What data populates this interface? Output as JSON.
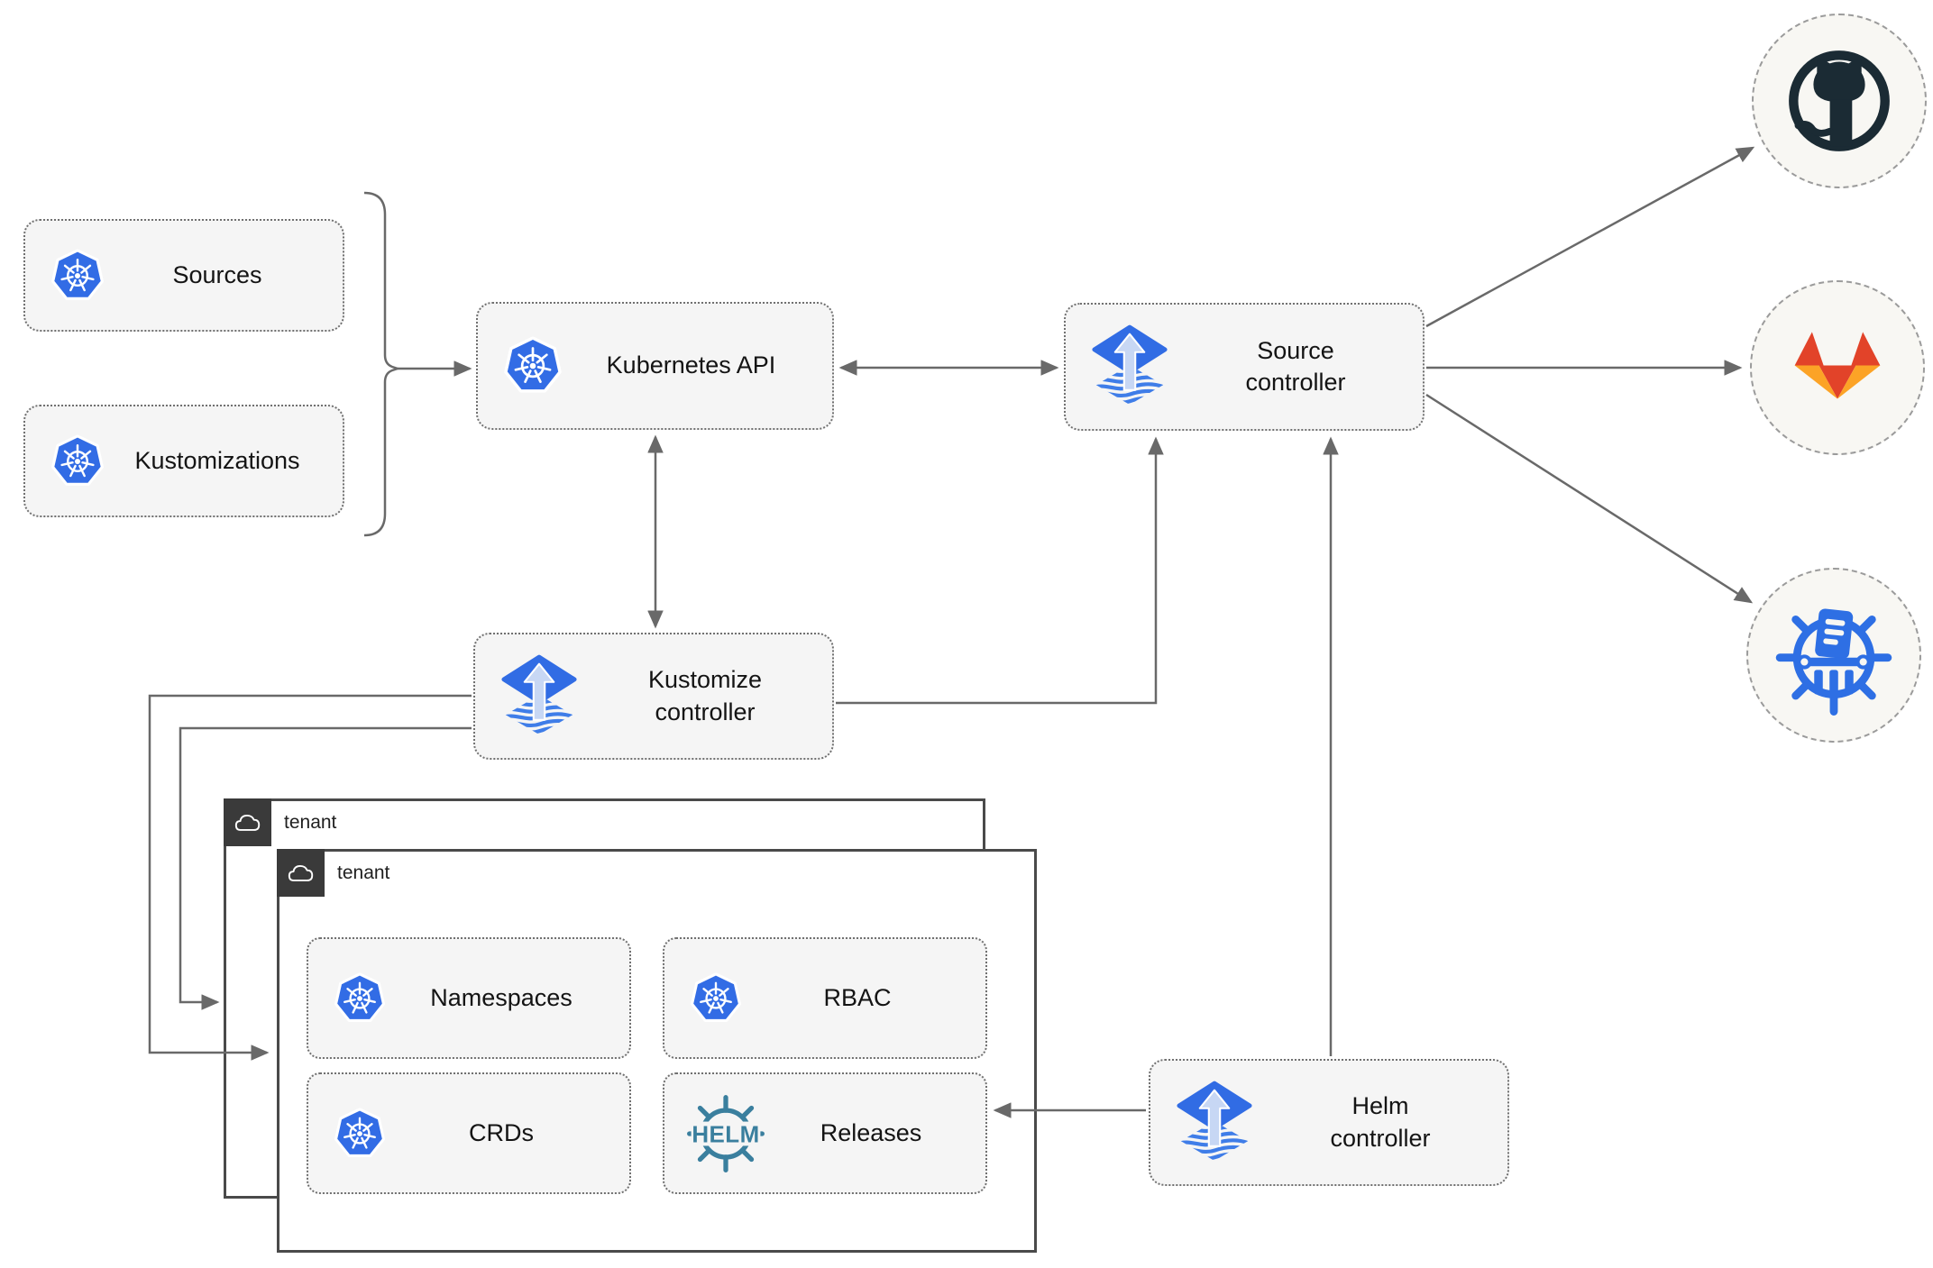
{
  "nodes": {
    "sources": {
      "label": "Sources"
    },
    "kustomizations": {
      "label": "Kustomizations"
    },
    "kubernetes_api": {
      "label": "Kubernetes API"
    },
    "source_controller": {
      "label": "Source controller"
    },
    "kustomize_controller": {
      "label": "Kustomize controller"
    },
    "helm_controller": {
      "label": "Helm controller"
    },
    "namespaces": {
      "label": "Namespaces"
    },
    "rbac": {
      "label": "RBAC"
    },
    "crds": {
      "label": "CRDs"
    },
    "releases": {
      "label": "Releases"
    }
  },
  "tenants": {
    "back": {
      "label": "tenant"
    },
    "front": {
      "label": "tenant"
    }
  },
  "icons": {
    "kubernetes": "kubernetes-logo",
    "flux": "flux-logo",
    "helm": "helm-ship-wheel-logo",
    "helm_wordmark": "HELM",
    "github": "github-octocat-logo",
    "gitlab": "gitlab-tanuki-logo",
    "chartmuseum": "chartmuseum-helm-repository-logo",
    "cloud": "cloud-icon"
  },
  "colors": {
    "kubernetes_blue": "#326CE5",
    "flux_blue": "#316CE4",
    "flux_arrow_light": "#C7D7F4",
    "helm_teal": "#3A7F9E",
    "github_dark": "#1B2B34",
    "gitlab_red": "#E24329",
    "gitlab_yellow": "#FCA326",
    "chartmuseum_blue": "#2E6FE4",
    "line_gray": "#696969",
    "node_fill": "#F5F5F5",
    "tenant_border": "#4A4A4A",
    "tenant_header": "#3A3A3A"
  }
}
